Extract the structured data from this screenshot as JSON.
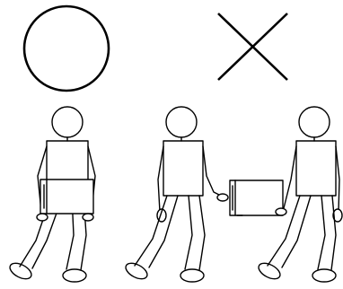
{
  "figure": {
    "correct_method": {
      "symbol": "circle-icon",
      "meaning": "correct",
      "people_count": 1
    },
    "incorrect_method": {
      "symbol": "cross-icon",
      "meaning": "incorrect",
      "people_count": 2
    }
  },
  "colors": {
    "stroke": "#000000",
    "background": "#ffffff"
  }
}
